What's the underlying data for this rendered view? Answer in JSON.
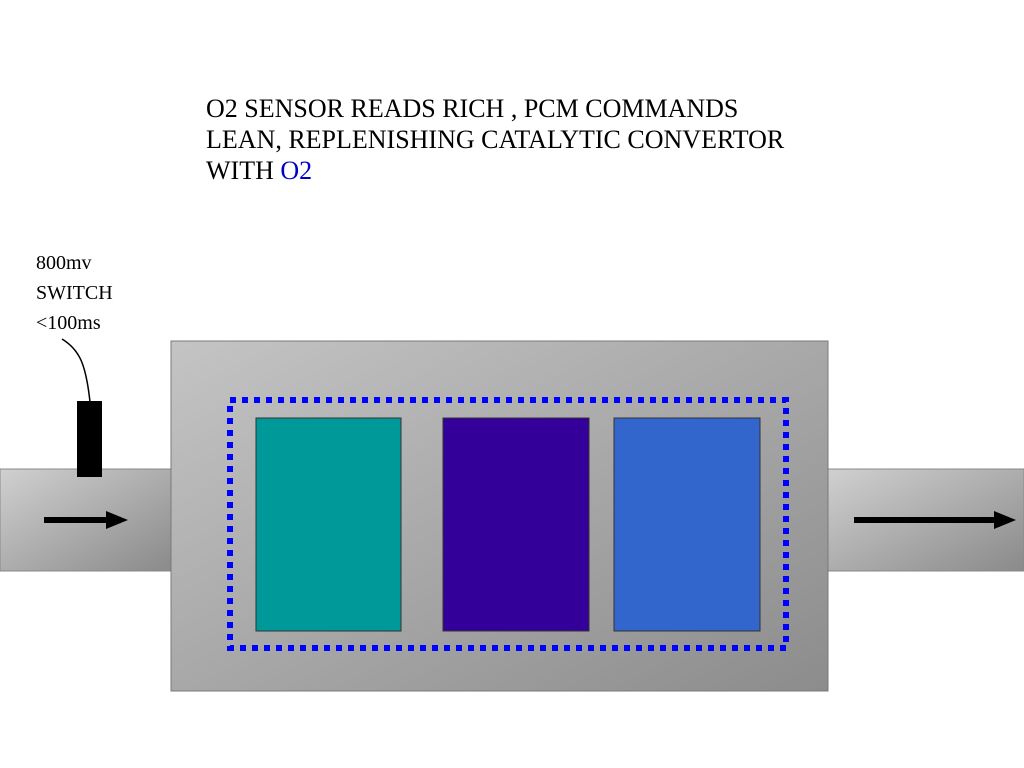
{
  "headline": {
    "line1": "O2 SENSOR READS RICH ,  PCM COMMANDS",
    "line2": "LEAN, REPLENISHING CATALYTIC CONVERTOR",
    "line3_prefix": "WITH ",
    "line3_accent": "O2"
  },
  "sensor_label": {
    "line1": "800mv",
    "line2": "SWITCH",
    "line3": "<100ms"
  },
  "colors": {
    "accent_text": "#0000cc",
    "boundary_dots": "#0000ff",
    "brick_1": "#009999",
    "brick_2": "#330099",
    "brick_3": "#3366cc",
    "sensor": "#000000",
    "arrows": "#000000"
  },
  "icons": {
    "flow_in": "arrow-right-icon",
    "flow_out": "arrow-right-icon",
    "sensor": "o2-sensor-icon"
  }
}
